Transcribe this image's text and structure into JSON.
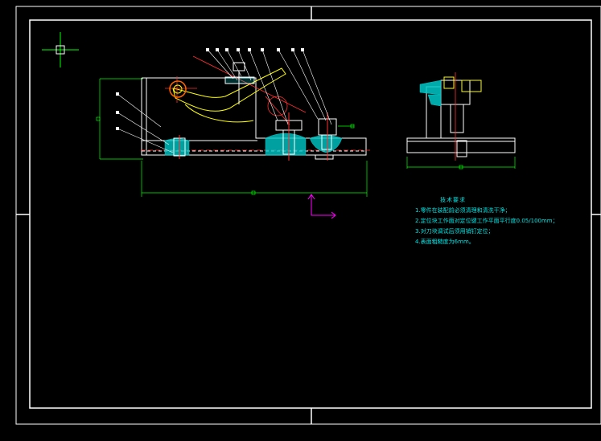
{
  "drawing": {
    "technical_requirements": {
      "title": "技术要求",
      "items": [
        "1.零件在装配前必须清理和清洗干净；",
        "2.定位块工作面对定位键工作平面平行度0.05/100mm；",
        "3.对刀块调试后须用销钉定位；",
        "4.表面粗糙度为6mm。"
      ]
    },
    "colors": {
      "background": "#000000",
      "outline": "#ffffff",
      "dimension": "#00ff00",
      "hatch": "#00c8c8",
      "center_line": "#ff3030",
      "leader": "#ffffff",
      "ucs": "#ff00ff",
      "highlight": "#ffff00"
    },
    "icons": [
      "crosshair-cursor-icon",
      "ucs-axis-icon"
    ]
  }
}
